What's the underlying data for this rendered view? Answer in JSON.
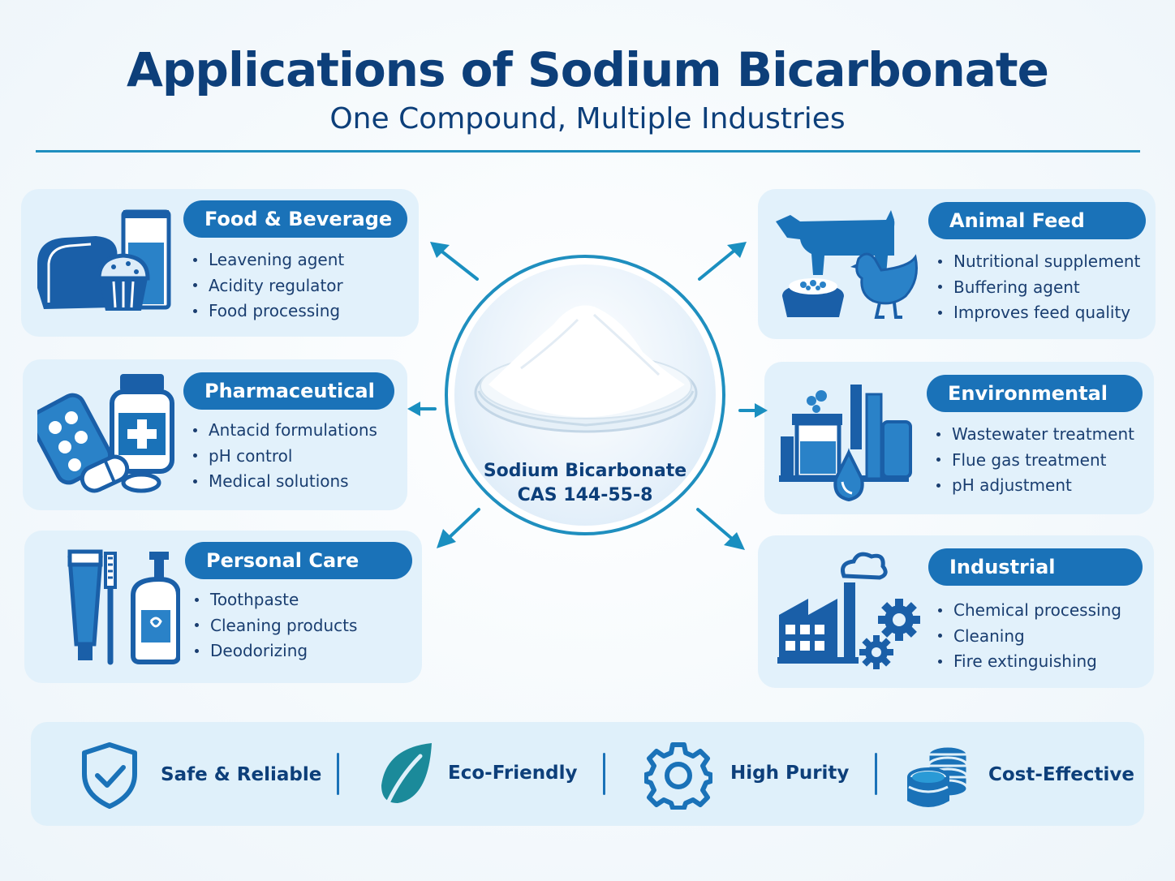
{
  "header": {
    "title": "Applications of Sodium Bicarbonate",
    "subtitle": "One Compound, Multiple Industries"
  },
  "center": {
    "name": "Sodium Bicarbonate",
    "cas": "CAS 144-55-8",
    "image": "powder-dish-icon"
  },
  "cards": [
    {
      "id": "food",
      "title": "Food & Beverage",
      "icon": "food-beverage-icon",
      "items": [
        "Leavening agent",
        "Acidity regulator",
        "Food processing"
      ]
    },
    {
      "id": "pharma",
      "title": "Pharmaceutical",
      "icon": "pharmaceutical-icon",
      "items": [
        "Antacid formulations",
        "pH control",
        "Medical solutions"
      ]
    },
    {
      "id": "personal",
      "title": "Personal Care",
      "icon": "personal-care-icon",
      "items": [
        "Toothpaste",
        "Cleaning products",
        "Deodorizing"
      ]
    },
    {
      "id": "animal",
      "title": "Animal Feed",
      "icon": "animal-feed-icon",
      "items": [
        "Nutritional supplement",
        "Buffering agent",
        "Improves feed quality"
      ]
    },
    {
      "id": "env",
      "title": "Environmental",
      "icon": "environmental-icon",
      "items": [
        "Wastewater treatment",
        "Flue gas treatment",
        "pH adjustment"
      ]
    },
    {
      "id": "industrial",
      "title": "Industrial",
      "icon": "industrial-icon",
      "items": [
        "Chemical processing",
        "Cleaning",
        "Fire extinguishing"
      ]
    }
  ],
  "features": [
    {
      "label": "Safe & Reliable",
      "icon": "shield-check-icon"
    },
    {
      "label": "Eco-Friendly",
      "icon": "leaf-icon"
    },
    {
      "label": "High Purity",
      "icon": "gear-icon"
    },
    {
      "label": "Cost-Effective",
      "icon": "coins-stack-icon"
    }
  ],
  "colors": {
    "primary": "#1a72b8",
    "navy": "#0d3f7a",
    "teal": "#1f8fbf",
    "card_bg": "#e2f1fb",
    "leaf": "#1b8a9a"
  }
}
